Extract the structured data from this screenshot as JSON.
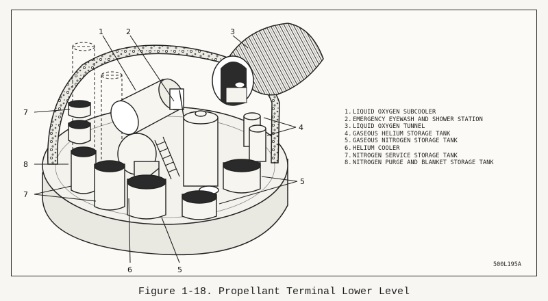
{
  "figure": {
    "caption": "Figure 1-18.  Propellant Terminal Lower Level",
    "drawing_code": "500L195A"
  },
  "legend": [
    {
      "num": "1.",
      "text": "LIQUID OXYGEN SUBCOOLER"
    },
    {
      "num": "2.",
      "text": "EMERGENCY EYEWASH AND SHOWER STATION"
    },
    {
      "num": "3.",
      "text": "LIQUID OXYGEN TUNNEL"
    },
    {
      "num": "4.",
      "text": "GASEOUS HELIUM STORAGE TANK"
    },
    {
      "num": "5.",
      "text": "GASEOUS NITROGEN STORAGE TANK"
    },
    {
      "num": "6.",
      "text": "HELIUM COOLER"
    },
    {
      "num": "7.",
      "text": "NITROGEN SERVICE STORAGE TANK"
    },
    {
      "num": "8.",
      "text": "NITROGEN PURGE AND BLANKET STORAGE TANK"
    }
  ],
  "callouts": {
    "c1": "1",
    "c2": "2",
    "c3": "3",
    "c4": "4",
    "c5a": "5",
    "c5b": "5",
    "c6": "6",
    "c7a": "7",
    "c7b": "7",
    "c8": "8"
  }
}
